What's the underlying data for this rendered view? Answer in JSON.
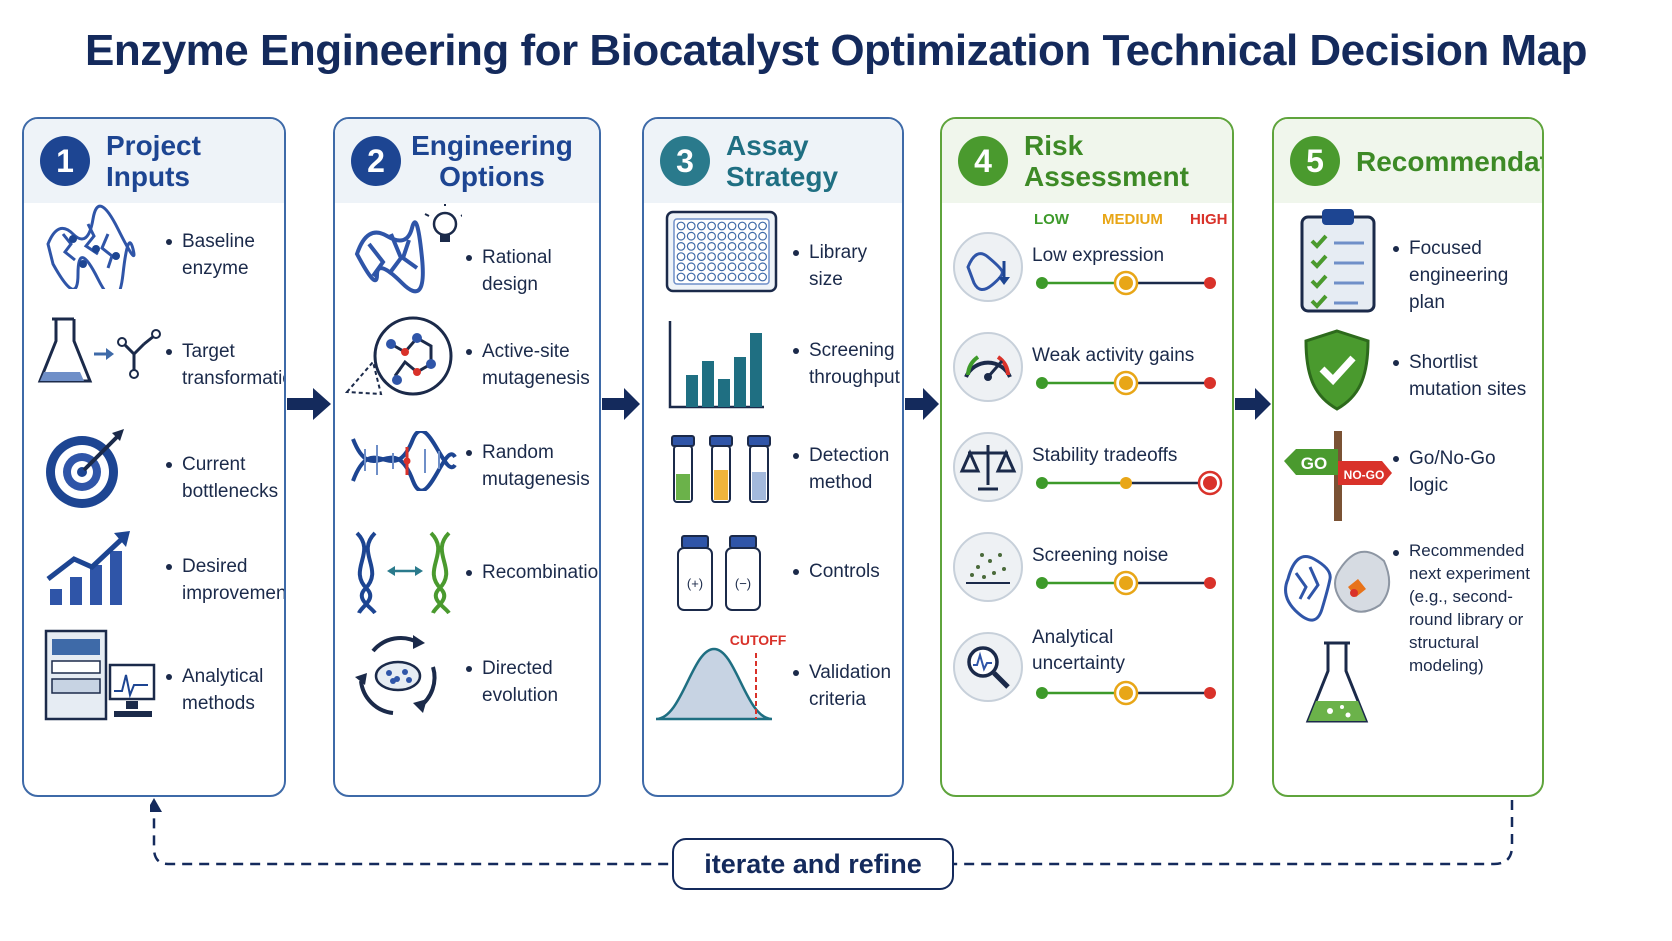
{
  "title": "Enzyme Engineering for Biocatalyst Optimization Technical Decision Map",
  "colors": {
    "navy": "#1d4592",
    "teal": "#2a7a8c",
    "green": "#4a9a2e",
    "low": "#3d9a2a",
    "medium": "#e8a617",
    "high": "#d9322a"
  },
  "panels": [
    {
      "num": "1",
      "title": "Project Inputs",
      "items": [
        {
          "icon": "enzyme-structure-icon",
          "label": "Baseline enzyme"
        },
        {
          "icon": "flask-reaction-icon",
          "label": "Target transformation"
        },
        {
          "icon": "target-icon",
          "label": "Current bottlenecks"
        },
        {
          "icon": "growth-chart-icon",
          "label": "Desired improvements"
        },
        {
          "icon": "analytical-instrument-icon",
          "label": "Analytical methods"
        }
      ]
    },
    {
      "num": "2",
      "title": "Engineering Options",
      "items": [
        {
          "icon": "protein-lightbulb-icon",
          "label": "Rational design"
        },
        {
          "icon": "active-site-icon",
          "label": "Active-site mutagenesis"
        },
        {
          "icon": "dna-mutation-icon",
          "label": "Random mutagenesis"
        },
        {
          "icon": "dna-swap-icon",
          "label": "Recombination"
        },
        {
          "icon": "evolution-cycle-icon",
          "label": "Directed evolution"
        }
      ]
    },
    {
      "num": "3",
      "title": "Assay Strategy",
      "items": [
        {
          "icon": "well-plate-icon",
          "label": "Library size"
        },
        {
          "icon": "bar-chart-icon",
          "label": "Screening throughput"
        },
        {
          "icon": "vials-icon",
          "label": "Detection method"
        },
        {
          "icon": "control-vials-icon",
          "label": "Controls",
          "plus": "(+)",
          "minus": "(−)"
        },
        {
          "icon": "distribution-cutoff-icon",
          "label": "Validation criteria",
          "cutoff": "CUTOFF"
        }
      ]
    },
    {
      "num": "4",
      "title": "Risk Assessment",
      "legend": {
        "low": "LOW",
        "medium": "MEDIUM",
        "high": "HIGH"
      },
      "risks": [
        {
          "icon": "expression-icon",
          "label": "Low expression",
          "level": "medium"
        },
        {
          "icon": "gauge-icon",
          "label": "Weak activity gains",
          "level": "medium"
        },
        {
          "icon": "balance-scale-icon",
          "label": "Stability tradeoffs",
          "level": "high"
        },
        {
          "icon": "noise-scatter-icon",
          "label": "Screening noise",
          "level": "medium"
        },
        {
          "icon": "magnifier-icon",
          "label": "Analytical uncertainty",
          "level": "medium"
        }
      ]
    },
    {
      "num": "5",
      "title": "Recommendation",
      "items": [
        {
          "icon": "checklist-clipboard-icon",
          "label": "Focused engineering plan"
        },
        {
          "icon": "shield-check-icon",
          "label": "Shortlist mutation sites"
        },
        {
          "icon": "go-nogo-sign-icon",
          "label": "Go/No-Go logic",
          "go": "GO",
          "nogo": "NO-GO"
        },
        {
          "icon": "enzyme-complex-icon",
          "label": "Recommended next experiment (e.g., second-round library or structural modeling)"
        },
        {
          "icon": "green-flask-icon"
        }
      ]
    }
  ],
  "iterate": "iterate and refine"
}
